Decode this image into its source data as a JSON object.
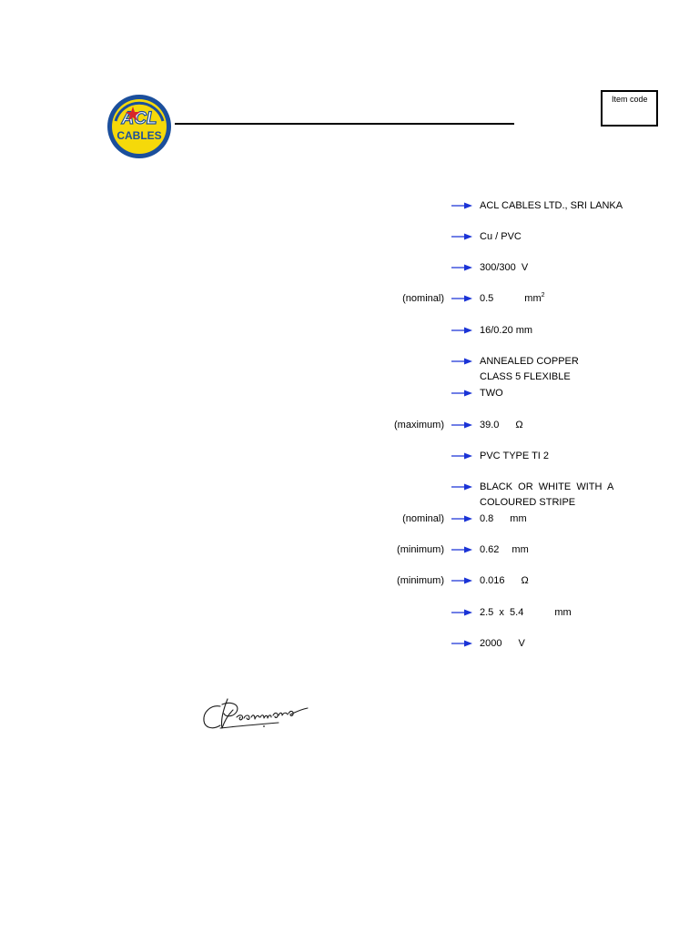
{
  "logo": {
    "text": "ACL CABLES",
    "colors": {
      "ring": "#1b4f9c",
      "fill": "#f5d90a",
      "accent": "#d7262b"
    }
  },
  "item_code": {
    "label": "Item code"
  },
  "arrow_color": "#1a33d6",
  "specs": [
    {
      "qualifier": "",
      "lines": [
        "ACL CABLES LTD., SRI LANKA"
      ]
    },
    {
      "qualifier": "",
      "lines": [
        "Cu / PVC"
      ]
    },
    {
      "qualifier": "",
      "lines": [
        "300/300  V"
      ]
    },
    {
      "qualifier": "(nominal)",
      "value": "0.5",
      "unit": "mm",
      "unit_sup": "2"
    },
    {
      "qualifier": "",
      "lines": [
        "16/0.20 mm"
      ]
    },
    {
      "qualifier": "",
      "lines": [
        "ANNEALED COPPER",
        "CLASS 5 FLEXIBLE"
      ]
    },
    {
      "qualifier": "",
      "lines": [
        "TWO"
      ]
    },
    {
      "qualifier": "(maximum)",
      "value": "39.0",
      "unit": "Ω"
    },
    {
      "qualifier": "",
      "lines": [
        "PVC TYPE TI 2"
      ]
    },
    {
      "qualifier": "",
      "lines": [
        "BLACK  OR  WHITE  WITH  A",
        "COLOURED STRIPE"
      ]
    },
    {
      "qualifier": "(nominal)",
      "value": "0.8",
      "unit": "mm"
    },
    {
      "qualifier": "(minimum)",
      "value": "0.62",
      "unit": "mm"
    },
    {
      "qualifier": "(minimum)",
      "value": "0.016",
      "unit": "Ω"
    },
    {
      "qualifier": "",
      "value": "2.5  x  5.4",
      "unit": "mm"
    },
    {
      "qualifier": "",
      "value": "2000",
      "unit": "V"
    }
  ]
}
